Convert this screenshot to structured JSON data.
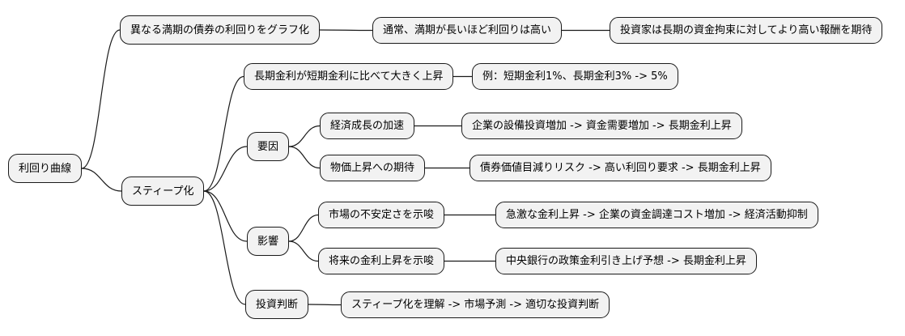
{
  "diagram": {
    "type": "mindmap",
    "topic": "利回り曲線",
    "colors": {
      "background": "#ffffff",
      "node_fill": "#f2f2f2",
      "node_border": "#1a1a1a",
      "edge": "#1a1a1a",
      "text": "#000000"
    },
    "nodes": {
      "root": {
        "label": "利回り曲線"
      },
      "graph": {
        "label": "異なる満期の債券の利回りをグラフ化"
      },
      "usual": {
        "label": "通常、満期が長いほど利回りは高い"
      },
      "reward": {
        "label": "投資家は長期の資金拘束に対してより高い報酬を期待"
      },
      "steep": {
        "label": "スティープ化"
      },
      "ltrise": {
        "label": "長期金利が短期金利に比べて大きく上昇"
      },
      "example": {
        "label": "例：短期金利1%、長期金利3% -> 5%"
      },
      "factors": {
        "label": "要因"
      },
      "growth": {
        "label": "経済成長の加速"
      },
      "growth_detail": {
        "label": "企業の設備投資増加 -> 資金需要増加 -> 長期金利上昇"
      },
      "inflation": {
        "label": "物価上昇への期待"
      },
      "inflation_detail": {
        "label": "債券価値目減りリスク -> 高い利回り要求 -> 長期金利上昇"
      },
      "impact": {
        "label": "影響"
      },
      "instability": {
        "label": "市場の不安定さを示唆"
      },
      "instability_detail": {
        "label": "急激な金利上昇 -> 企業の資金調達コスト増加 -> 経済活動抑制"
      },
      "future": {
        "label": "将来の金利上昇を示唆"
      },
      "future_detail": {
        "label": "中央銀行の政策金利引き上げ予想 -> 長期金利上昇"
      },
      "judgment": {
        "label": "投資判断"
      },
      "judgment_detail": {
        "label": "スティープ化を理解 -> 市場予測 -> 適切な投資判断"
      }
    },
    "edges": [
      {
        "from": "root",
        "to": "graph"
      },
      {
        "from": "graph",
        "to": "usual"
      },
      {
        "from": "usual",
        "to": "reward"
      },
      {
        "from": "root",
        "to": "steep"
      },
      {
        "from": "steep",
        "to": "ltrise"
      },
      {
        "from": "ltrise",
        "to": "example"
      },
      {
        "from": "steep",
        "to": "factors"
      },
      {
        "from": "factors",
        "to": "growth"
      },
      {
        "from": "growth",
        "to": "growth_detail"
      },
      {
        "from": "factors",
        "to": "inflation"
      },
      {
        "from": "inflation",
        "to": "inflation_detail"
      },
      {
        "from": "steep",
        "to": "impact"
      },
      {
        "from": "impact",
        "to": "instability"
      },
      {
        "from": "instability",
        "to": "instability_detail"
      },
      {
        "from": "impact",
        "to": "future"
      },
      {
        "from": "future",
        "to": "future_detail"
      },
      {
        "from": "steep",
        "to": "judgment"
      },
      {
        "from": "judgment",
        "to": "judgment_detail"
      }
    ]
  }
}
